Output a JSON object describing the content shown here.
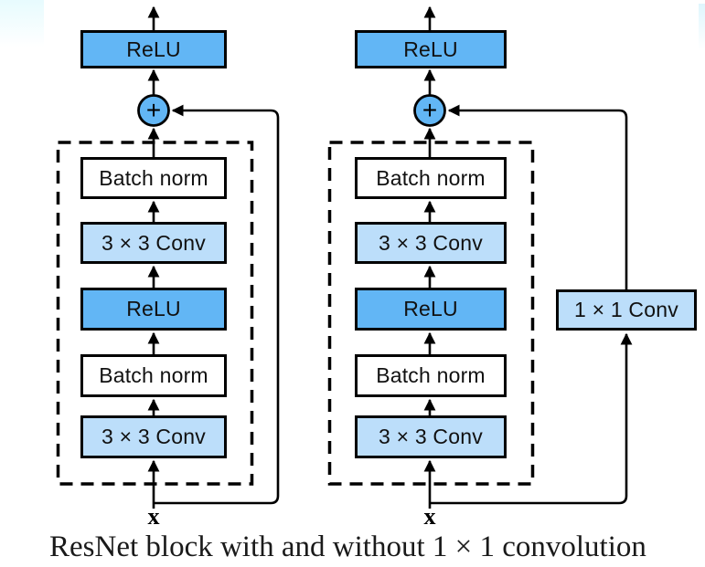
{
  "figure": {
    "caption": "ResNet block with and without 1 × 1 convolution"
  },
  "colors": {
    "box_blue": "#62b6f5",
    "box_light_blue": "#bcdefa",
    "box_white": "#ffffff",
    "line": "#000000",
    "tint_top_left": "#e7fbfe",
    "tint_top_right": "#dff6fd"
  },
  "blocks": {
    "left": {
      "output_activation": "ReLU",
      "adder": "+",
      "stack": [
        {
          "label": "Batch norm"
        },
        {
          "label": "3 × 3 Conv"
        },
        {
          "label": "ReLU"
        },
        {
          "label": "Batch norm"
        },
        {
          "label": "3 × 3 Conv"
        }
      ],
      "input": "x"
    },
    "right": {
      "output_activation": "ReLU",
      "adder": "+",
      "stack": [
        {
          "label": "Batch norm"
        },
        {
          "label": "3 × 3 Conv"
        },
        {
          "label": "ReLU"
        },
        {
          "label": "Batch norm"
        },
        {
          "label": "3 × 3 Conv"
        }
      ],
      "skip_transform": "1 × 1 Conv",
      "input": "x"
    }
  }
}
